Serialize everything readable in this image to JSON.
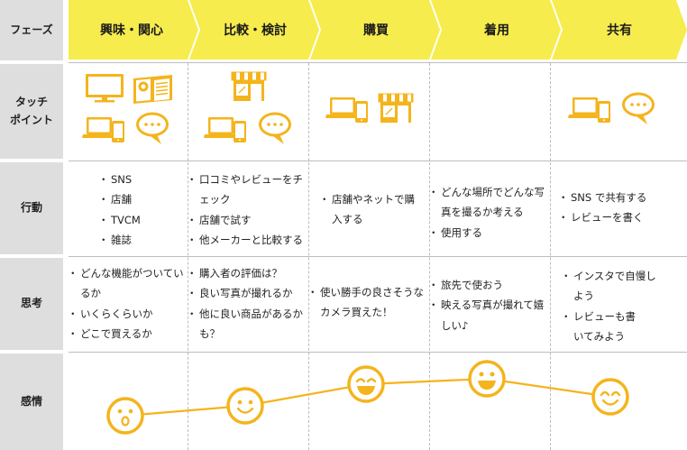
{
  "row_labels": {
    "phase": "フェーズ",
    "touchpoint": "タッチ\nポイント",
    "action": "行動",
    "thought": "思考",
    "emotion": "感情"
  },
  "phases": [
    {
      "name": "興味・関心",
      "touchpoints": [
        "monitor-icon",
        "magazine-icon",
        "laptop-phone-icon",
        "chat-bubble-icon"
      ],
      "actions": [
        "SNS",
        "店舗",
        "TVCM",
        "雑誌"
      ],
      "thoughts": [
        "どんな機能がついているか",
        "いくらくらいか",
        "どこで買えるか"
      ],
      "emotion_face": "surprised-face-icon"
    },
    {
      "name": "比較・検討",
      "touchpoints": [
        "store-icon",
        "laptop-phone-icon",
        "chat-bubble-icon"
      ],
      "actions": [
        "口コミやレビューをチェック",
        "店舗で試す",
        "他メーカーと比較する"
      ],
      "thoughts": [
        "購入者の評価は？",
        "良い写真が撮れるか",
        "他に良い商品があるかも？"
      ],
      "emotion_face": "smile-face-icon"
    },
    {
      "name": "購買",
      "touchpoints": [
        "laptop-phone-icon",
        "store-icon"
      ],
      "actions": [
        "店舗やネットで購入する"
      ],
      "thoughts": [
        "使い勝手の良さそうなカメラ買えた！"
      ],
      "emotion_face": "grin-face-icon"
    },
    {
      "name": "着用",
      "touchpoints": [],
      "actions": [
        "どんな場所でどんな写真を撮るか考える",
        "使用する"
      ],
      "thoughts": [
        "旅先で使おう",
        "映える写真が撮れて嬉しい♪"
      ],
      "emotion_face": "grin-face-icon"
    },
    {
      "name": "共有",
      "touchpoints": [
        "laptop-phone-icon",
        "chat-bubble-icon"
      ],
      "actions": [
        "SNS で共有する",
        "レビューを書く"
      ],
      "thoughts": [
        "インスタで自慢しよう",
        "レビューも書いてみよう"
      ],
      "emotion_face": "happy-face-icon"
    }
  ],
  "colors": {
    "accent_yellow": "#f6ec4e",
    "icon_orange": "#f4b41c",
    "label_gray": "#dedede"
  }
}
